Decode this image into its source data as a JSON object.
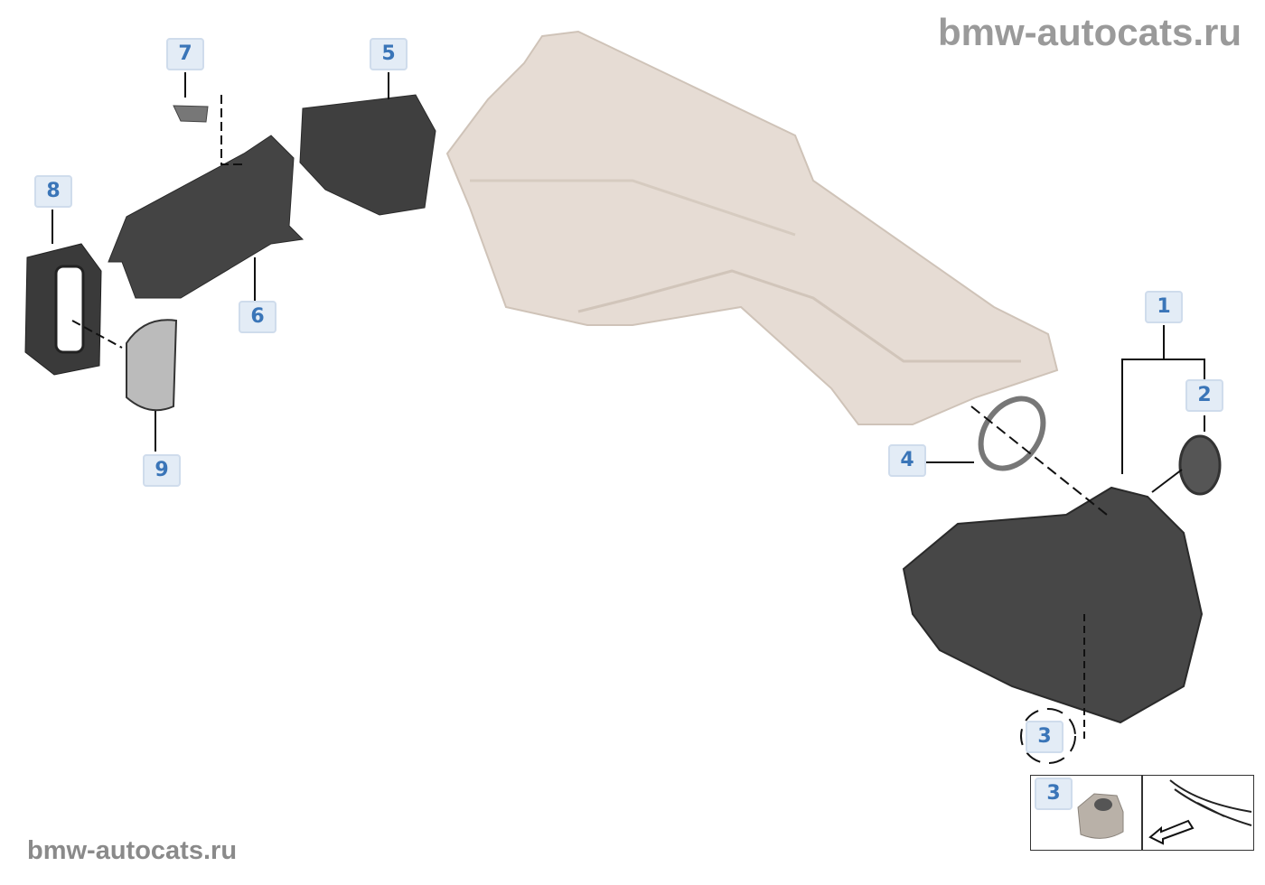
{
  "watermark": {
    "top": "bmw-autocats.ru",
    "bottom": "bmw-autocats.ru"
  },
  "callouts": [
    {
      "id": "1",
      "label": "1"
    },
    {
      "id": "2",
      "label": "2"
    },
    {
      "id": "3",
      "label": "3"
    },
    {
      "id": "4",
      "label": "4"
    },
    {
      "id": "5",
      "label": "5"
    },
    {
      "id": "6",
      "label": "6"
    },
    {
      "id": "7",
      "label": "7"
    },
    {
      "id": "8",
      "label": "8"
    },
    {
      "id": "9",
      "label": "9"
    }
  ],
  "inset": {
    "label": "3"
  },
  "colors": {
    "callout_bg": "#e3ecf6",
    "callout_text": "#3a75b8",
    "housing": "#e6dcd4",
    "rubber": "#3e3e3e"
  }
}
